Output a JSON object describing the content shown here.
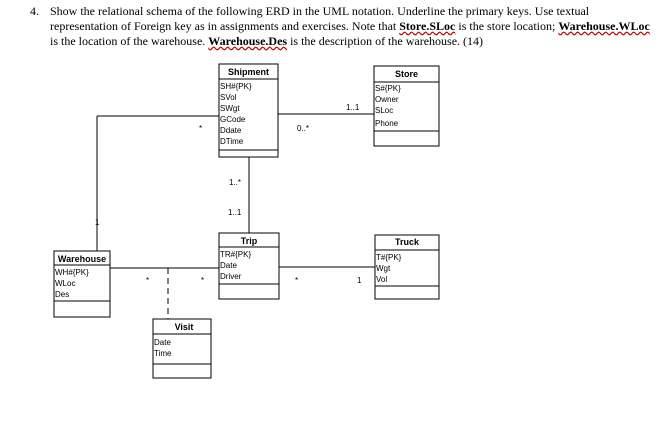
{
  "question": {
    "number": "4.",
    "text_before_storesloc": "Show the relational schema of the following ERD in the UML notation. Underline the primary keys.  Use textual representation of Foreign key as in assignments and exercises. Note that ",
    "store_sloc": "Store.SLoc",
    "text_after_storesloc": " is the store location; ",
    "warehouse_wloc": "Warehouse.WLoc",
    "text_between": " is the location of the warehouse. ",
    "warehouse_des": "Warehouse.Des",
    "text_end": " is the description of the warehouse. (14)"
  },
  "entities": {
    "shipment": {
      "name": "Shipment",
      "attrs": [
        "SH#{PK}",
        "SVol",
        "SWgt",
        "GCode",
        "Ddate",
        "DTime"
      ]
    },
    "store": {
      "name": "Store",
      "attrs": [
        "S#{PK}",
        "Owner",
        "SLoc",
        "Phone"
      ]
    },
    "trip": {
      "name": "Trip",
      "attrs": [
        "TR#{PK}",
        "Date",
        "Driver"
      ]
    },
    "truck": {
      "name": "Truck",
      "attrs": [
        "T#{PK}",
        "Wgt",
        "Vol"
      ]
    },
    "warehouse": {
      "name": "Warehouse",
      "attrs": [
        "WH#{PK}",
        "WLoc",
        "Des"
      ]
    },
    "visit": {
      "name": "Visit",
      "attrs": [
        "Date",
        "Time"
      ]
    }
  },
  "multiplicities": {
    "warehouse_shipment_wh": "1",
    "warehouse_shipment_sh": "*",
    "shipment_store_sh": "0..*",
    "shipment_store_st": "1..1",
    "shipment_trip_sh": "1..*",
    "shipment_trip_tr": "1..1",
    "warehouse_trip_wh": "*",
    "warehouse_trip_tr": "*",
    "trip_truck_tr": "*",
    "trip_truck_tk": "1"
  }
}
